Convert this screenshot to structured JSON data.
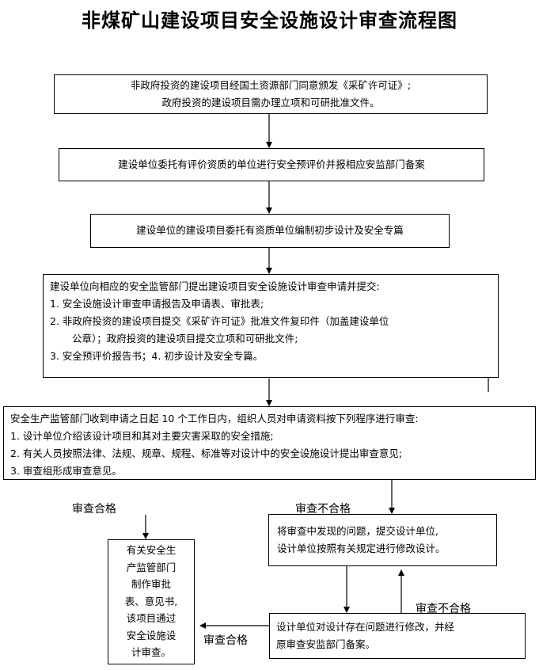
{
  "title": "非煤矿山建设项目安全设施设计审查流程图",
  "step1": {
    "line1": "非政府投资的建设项目经国土资源部门同意颁发《采矿许可证》;",
    "line2": "政府投资的建设项目需办理立项和可研批准文件。"
  },
  "step2": {
    "text": "建设单位委托有评价资质的单位进行安全预评价并报相应安监部门备案"
  },
  "step3": {
    "text": "建设单位的建设项目委托有资质单位编制初步设计及安全专篇"
  },
  "step4": {
    "intro": "建设单位向相应的安全监管部门提出建设项目安全设施设计审查申请并提交:",
    "item1": "1. 安全设施设计审查申请报告及申请表、审批表;",
    "item2a": "2. 非政府投资的建设项目提交《采矿许可证》批准文件复印件（加盖建设单位",
    "item2b": "公章）；政府投资的建设项目提交立项和可研批文件;",
    "item3": "3. 安全预评价报告书；4. 初步设计及安全专篇。"
  },
  "step5": {
    "intro": "安全生产监管部门收到申请之日起 10 个工作日内，组织人员对申请资料按下列程序进行审查:",
    "item1": "1. 设计单位介绍该设计项目和其对主要灾害采取的安全措施;",
    "item2": "2. 有关人员按照法律、法规、规章、规程、标准等对设计中的安全设施设计提出审查意见;",
    "item3": "3. 审查组形成审查意见。"
  },
  "labels": {
    "pass_left": "审查合格",
    "fail_mid": "审查不合格",
    "fail_right": "审查不合格",
    "pass_bottom": "审查合格"
  },
  "fail_box": {
    "line1": "将审查中发现的问题，提交设计单位,",
    "line2": "设计单位按照有关规定进行修改设计。"
  },
  "modify_box": {
    "line1": "设计单位对设计存在问题进行修改，并经",
    "line2": "原审查安监部门备案。"
  },
  "approve_box": {
    "lines": [
      "有关安全生",
      "产监管部门",
      "制作审批",
      "表、意见书,",
      "该项目通过",
      "安全设施设",
      "计审查。"
    ]
  }
}
